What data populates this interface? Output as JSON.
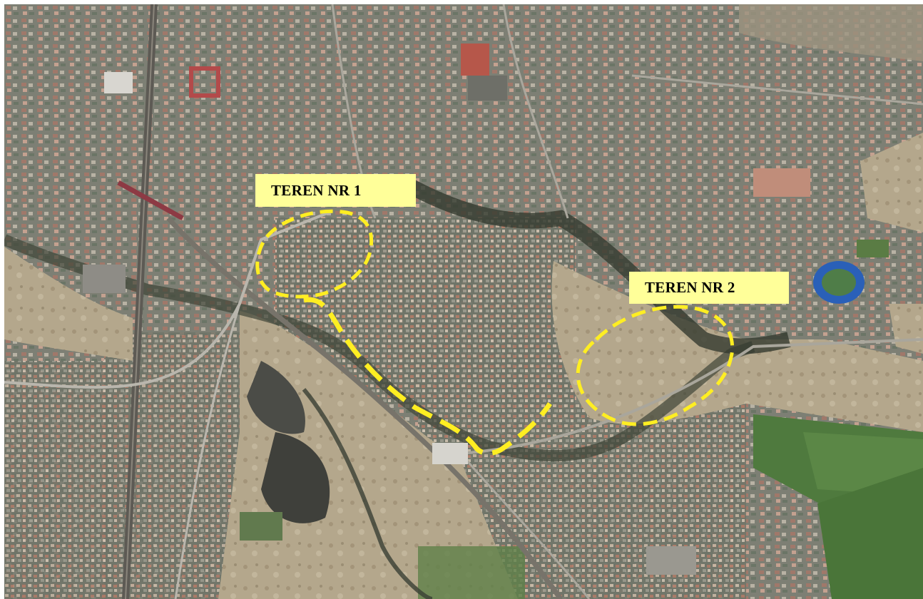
{
  "map": {
    "areas": [
      {
        "id": "teren-nr-1",
        "label": "TEREN NR 1"
      },
      {
        "id": "teren-nr-2",
        "label": "TEREN NR 2"
      }
    ],
    "boundary_color": "#ffee22",
    "label_background": "#ffff99"
  }
}
